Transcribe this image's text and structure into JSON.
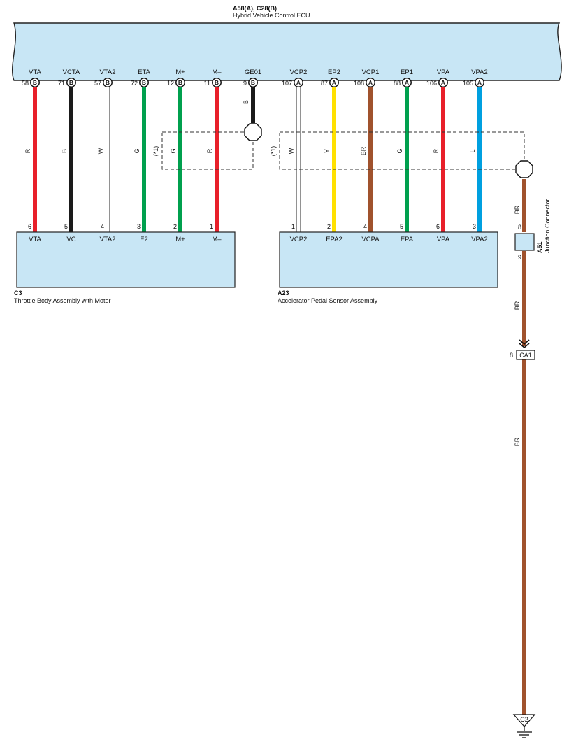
{
  "ecu": {
    "code": "A58(A), C28(B)",
    "name": "Hybrid Vehicle Control ECU",
    "fill": "#c8e6f5",
    "pins": [
      {
        "name": "VTA",
        "num": "58",
        "conn": "B"
      },
      {
        "name": "VCTA",
        "num": "71",
        "conn": "B"
      },
      {
        "name": "VTA2",
        "num": "57",
        "conn": "B"
      },
      {
        "name": "ETA",
        "num": "72",
        "conn": "B"
      },
      {
        "name": "M+",
        "num": "12",
        "conn": "B"
      },
      {
        "name": "M–",
        "num": "11",
        "conn": "B"
      },
      {
        "name": "GE01",
        "num": "9",
        "conn": "B"
      },
      {
        "name": "VCP2",
        "num": "107",
        "conn": "A"
      },
      {
        "name": "EP2",
        "num": "87",
        "conn": "A"
      },
      {
        "name": "VCP1",
        "num": "108",
        "conn": "A"
      },
      {
        "name": "EP1",
        "num": "88",
        "conn": "A"
      },
      {
        "name": "VPA",
        "num": "106",
        "conn": "A"
      },
      {
        "name": "VPA2",
        "num": "105",
        "conn": "A"
      }
    ]
  },
  "wires": [
    {
      "color": "R",
      "hex": "#e8202a"
    },
    {
      "color": "B",
      "hex": "#1a1a1a"
    },
    {
      "color": "W",
      "hex": "#ffffff"
    },
    {
      "color": "G",
      "hex": "#00a04e"
    },
    {
      "color": "G",
      "hex": "#00a04e"
    },
    {
      "color": "R",
      "hex": "#e8202a"
    },
    {
      "color": "B",
      "hex": "#1a1a1a"
    },
    {
      "color": "W",
      "hex": "#ffffff"
    },
    {
      "color": "Y",
      "hex": "#ffe000"
    },
    {
      "color": "BR",
      "hex": "#a0522d"
    },
    {
      "color": "G",
      "hex": "#00a04e"
    },
    {
      "color": "R",
      "hex": "#e8202a"
    },
    {
      "color": "L",
      "hex": "#00a0e0"
    }
  ],
  "shield_label": "(*1)",
  "throttle": {
    "code": "C3",
    "name": "Throttle Body Assembly with Motor",
    "pins": [
      {
        "name": "VTA",
        "num": "6"
      },
      {
        "name": "VC",
        "num": "5"
      },
      {
        "name": "VTA2",
        "num": "4"
      },
      {
        "name": "E2",
        "num": "3"
      },
      {
        "name": "M+",
        "num": "2"
      },
      {
        "name": "M–",
        "num": "1"
      }
    ]
  },
  "pedal": {
    "code": "A23",
    "name": "Accelerator Pedal Sensor Assembly",
    "pins": [
      {
        "name": "VCP2",
        "num": "1"
      },
      {
        "name": "EPA2",
        "num": "2"
      },
      {
        "name": "VCPA",
        "num": "4"
      },
      {
        "name": "EPA",
        "num": "5"
      },
      {
        "name": "VPA",
        "num": "6"
      },
      {
        "name": "VPA2",
        "num": "3"
      }
    ]
  },
  "junction": {
    "code": "A51",
    "name": "Junction Connector",
    "pin_in": "8",
    "pin_out": "9"
  },
  "ground_path": {
    "wire_color": "BR",
    "hex": "#a0522d",
    "inline_connector": "CA1",
    "inline_pin": "8",
    "ground_label": "C2"
  }
}
